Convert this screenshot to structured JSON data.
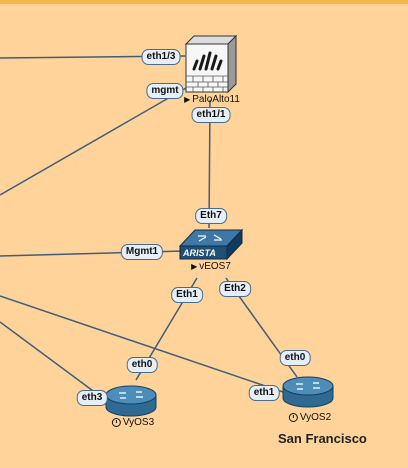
{
  "colors": {
    "background": "#ffd39a",
    "link": "#3e5f7a",
    "label_fill": "#e6eef7",
    "router": "#3f7aa1",
    "switch": "#1f4f77"
  },
  "nodes": {
    "paloalto": {
      "name": "PaloAlto11",
      "icon": "firewall-icon"
    },
    "veos": {
      "name": "vEOS7",
      "brand": "ARISTA",
      "icon": "arista-switch-icon"
    },
    "vyos3": {
      "name": "VyOS3",
      "icon": "router-icon"
    },
    "vyos2": {
      "name": "VyOS2",
      "icon": "router-icon"
    }
  },
  "ports": {
    "pa_eth1_3": "eth1/3",
    "pa_mgmt": "mgmt",
    "pa_eth1_1": "eth1/1",
    "veos_eth7": "Eth7",
    "veos_mgmt1": "Mgmt1",
    "veos_eth1": "Eth1",
    "veos_eth2": "Eth2",
    "vyos3_eth0": "eth0",
    "vyos3_eth3": "eth3",
    "vyos2_eth0": "eth0",
    "vyos2_eth1": "eth1"
  },
  "site": {
    "label": "San Francisco"
  }
}
